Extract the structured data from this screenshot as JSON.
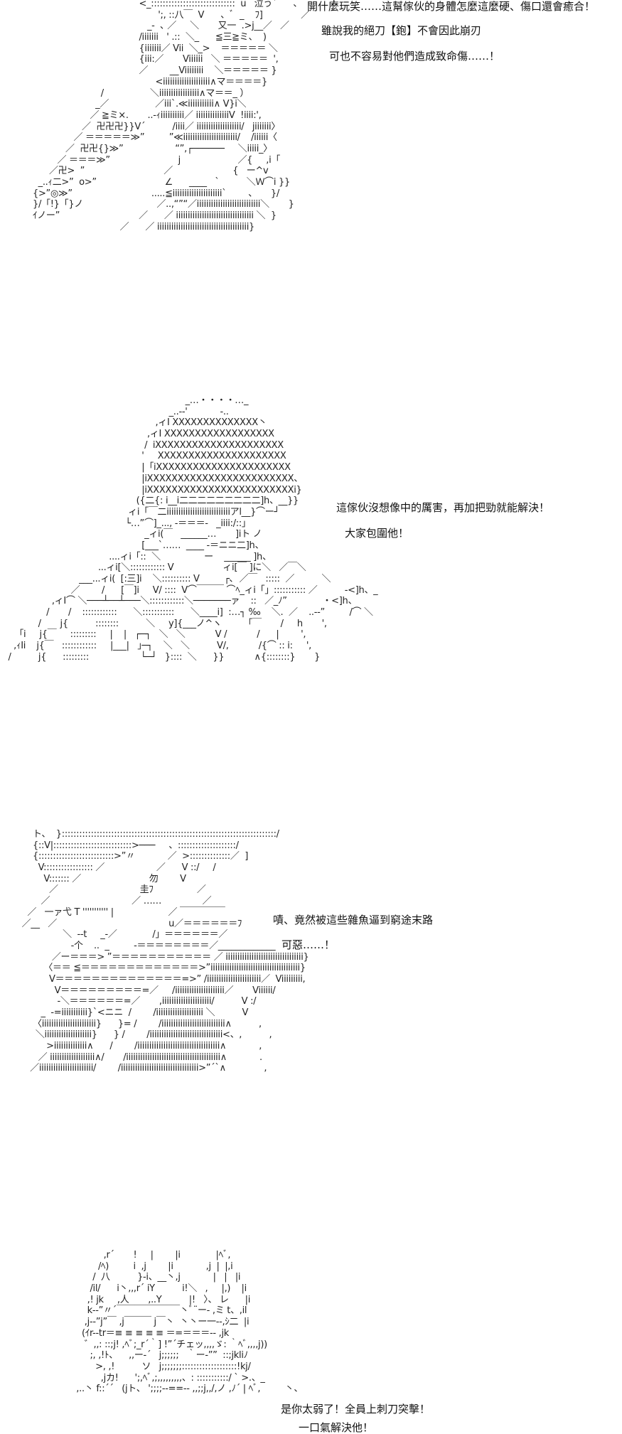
{
  "panels": [
    {
      "dialogue": [
        "開什麼玩笑……這幫傢伙的身體怎麼這麼硬、傷口還會癒合！",
        "雖說我的絕刀【鉋】不會因此崩刃",
        "可也不容易對他們造成致命傷……！"
      ],
      "art": [
        "                                                   <_:::::::::::::::::::::::::::::  u   泣う`      、           !",
        "                                                          ';, ::八￣  V      、ﾞ  _    ﾌ]              ／",
        "                                                      _-  ､ ／     ＼       又一  .>j__／   ／",
        "                                                   /iiiiiii   ' .::  ＼_      ≦三≧ミ、  )",
        "                                                   {iiiiiii／ Vii  ＼_>    ＝＝＝＝＝ ＼",
        "                                                   {iii:／       Viiiiii   ＼ ＝＝＝＝＝  ',",
        "                                                   ／        __Viiiiiiii    ＼＝＝＝＝＝ }",
        "                                                         <iiiiiiiiiiiiiiiiiiii∧マ＝＝＝＝}",
        "                                     /                 ＼iiiiiiiiiiiiiiiii∧マ＝＝_ ）",
        "                                   _／                 ／iii`.≪iiiiiiiiiii∧ V}i＼",
        "                                 ／ ≧ミ×.       ..-ｨiiiiiiiiii／ iiiiiiiiiiiiiiV  !iiii:',",
        "                              ／  卍卍卍}}V´          /iiii／ iiiiiiiiiiiiiiiiiii/   jiiiiiii〉",
        "                           ／ ＝＝＝＝＝≫”         ”≪iiiiiiiiiiiiiiiiiiiiiii/    /iiiiii〈",
        "                        ／  卍卍{}≫”                   “”,┌──────     ＼iiiii_〉",
        "                     ／ ＝＝＝≫”                         j                     ／{     ,i「",
        "                  ／卍>  ”                             ／                      {   ー^v",
        "              _..ｨ二>”  o>”                         ∠      ____   `          ＼Ｗ⌒i }}",
        "            {>”◎≫”                             .....≦iiiiiiiiiiiiiiiiiiiii`        、     }/",
        "            }/「!}「}ノ                           ／..,“”“／iiiiiiiiiiiiiiiiiiiiiiiiiii＼       }",
        "            ｲノー”                             ／      ／ iiiiiiiiiiiiiiiiiiiiiiiiiiiiiiiii ＼  }",
        "                                            ／      ／ iiiiiiiiiiiiiiiiiiiiiiiiiiiiiiiiiiiiiii}"
      ]
    },
    {
      "dialogue": [
        "這傢伙沒想像中的厲害，再加把勁就能解決！",
        "大家包圍他！"
      ],
      "art": [
        "                                                                    _…・・・・…_",
        "                                                              _..-‐'            ‐..",
        "                                                         ,ィI XXXXXXXXXXXXXX丶",
        "                                                      ,ィI XXXXXXXXXXXXXXXXXX",
        "                                                     /  iXXXXXXXXXXXXXXXXXXXXX",
        "                                                    '     XXXXXXXXXXXXXXXXXXXXX",
        "                                                    |「iXXXXXXXXXXXXXXXXXXXXXX",
        "                                                    |iXXXXXXXXXXXXXXXXXXXXXXXX、",
        "                                                    |iXXXXXXXXXXXXXXXXXXXXXXXXi}",
        "                                                  ({二{: i__i二二二二二二二二二]h、__}}",
        "                                               ィi「￣二iiiiiiiiiiiiiiiiiiiiiiiiiiiアl__}⌒ー┘",
        "                                              └…”⌒]_..., -＝＝＝-   _iiii:/::」",
        "                                                     _ィi(￣   ______…       ]iト ノ",
        "                                                    [___`……  ____ -＝ニニ二]h、",
        "                                        ....ィi「::  ＼                ー    ______ ]h、",
        "                                    ...ィi[＼:::::::::::: V                  ィi[￣ ]に＼   ／￣＼",
        "                             ___...ィi(  [:三]i    ＼:::::::::: V         ┌､  ／￣   :::::  ／          ＼",
        "                          ／        /      [￣]i     V/ ::::  V⌒￣￣￣ ⌒ﾍ_ィi「」::::::::::: ／          -<]h、_",
        "                   ,ィI⌒ ＼───┴──┴───＼::::::::::::＼───────ァ    ::   ／_ﾉ”             ・<]h、",
        "                 /       /    ::::::::::::      ＼:::::::::::      ＼____i]  :…┐ ‰    ＼.  ／    ..-‐”         /⌒ ＼",
        "              /       j{          ::::::::          ＼     y]{___ノ^ヽ        「￣       /     h       ',",
        "       ｢i     j{￣     :::::::::     |    |   ┌─┐   ＼   ＼           V /           /      |        ',",
        "     ,ｨIi    j{￣   ::::::::::::     |___|   ｣─┐    ＼   ＼          V/,           /{⌒ :: i:     ',",
        "   /          j{      :::::::::                   └─┘   }::::  ＼      }}           ∧{::::::::}       }"
      ]
    },
    {
      "dialogue": [
        "嘖、竟然被這些雜魚逼到窮途末路",
        "可惡……！"
      ],
      "art": [
        "            ト、  }::::::::::::::::::::::::::::::::::::::::::::::::::::::::::::::::::::::::::/",
        "            {::V|:::::::::::::::::::::::::::>───     、::::::::::::::::::::/",
        "            {::::::::::::::::::::::::::>”〃            ／  >::::::::::::::／  ]",
        "              V::::::::::::::::: ／                   ／      V ::/     /",
        "                V::::::: ／                         勿        V",
        "                  ／                              圭ﾌ                ／",
        "               ／                              ／ ……               ／",
        "          ／   一ァ弋 T ''''''''''' |                    ／ ￣￣￣￣￣",
        "        ／__   ／                                         u／＝＝＝＝＝＝ﾌ",
        "                       ＼  --t     _-／             /」＝＝＝＝＝＝／",
        "                          -个    ..  _         -＝＝＝＝＝＝＝＝／_____________",
        "                   ／ー＝＝＝> ”＝＝＝＝＝＝＝＝＝＝＝ ／ iiiiiiiiiiiiiiiiiiiiiiiiiiiiiiiii}",
        "                〈＝＝ ≦＝＝＝＝＝＝＝＝＝＝＝＝＝>”iiiiiiiiiiiiiiiiiiiiiiiiiiiiiiiiiiiiii}",
        "                  V＝＝＝＝＝＝＝＝＝＝＝＝＝＝=>” /iiiiiiiiiiiiiiiiiiiiiii／  Viiiiiiiii,",
        "                    V＝＝＝＝＝＝＝＝＝=／     /iiiiiiiiiiiiiiiiiiiii／       Viiiiii/",
        "                     -＼＝＝＝＝＝＝=／       ,iiiiiiiiiiiiiiiiiiiii/          V :/",
        "               _  -=iiiiiiiiiii}`<ニニ  /        /iiiiiiiiiiiiiiiiiiii ＼          V",
        "            〈iiiiiiiiiiiiiiiiiiiiiii}      }= /        /iiiiiiiiiiiiiiiiiiiiiiiiiii∧          ,",
        "             ＼iiiiiiiiiiiiiiiiiiii}      } /        /iiiiiiiiiiiiiiiiiiiiiiiiiiiiiii<、,          ,",
        "                 >iiiiiiiiiiiiii∧      /        /iiiiiiiiiiiiiiiiiiiiiiiiiiiiiiiiiii∧            ,",
        "              ／ iiiiiiiiiiiiiiiiiii∧/       /iiiiiiiiiiiiiiiiiiiiiiiiiiiiiiiiiiiiiiii∧            .",
        "           ／iiiiiiiiiiiiiiiiiiiiiii/        /iiiiiiiiiiiiiiiiiiiiiiiiiiiiiiiii>”´`∧              ,"
      ]
    },
    {
      "dialogue": [
        "是你太弱了！全員上刺刀突擊！",
        "一口氣解決他！"
      ],
      "art": [
        "                                      ,r´       !     |        |i             |ﾍﾞ,",
        "                                    /ﾍ)         i  ,j        |i            ,j  |  |,i",
        "                                  /  八          }-i、__丶,j            |   |   |i",
        "                                 /il/      i丶,,,r´ iY          i!＼   ,     |,)    |i",
        "                                ,! jk     ,人       ,..Y          |!   〉、 レ      |i",
        "                                k--”〃´￣￣￣￣￣￣￣丶ﾞ¨ー- ,ミ t、,il",
        "                               ,j--”j”￣ ,j￣￣￣ j￣丶  丶丶ー一--,ｼ二  |i",
        "                              (ｲr--tr＝≡ ≡ ≡ ≡ ≡ ＝=＝＝＝-‐ ,jk",
        "                               ゛,,: ::;j! ,ﾍﾞ;_r´｀] !”´チェッ,,,,ゞ: ｀ﾍﾞ,,,,j))",
        "                                 ;, ,!ﾄ、    ,,ー‐´   j;;;;;;   ｀ー‐””  ::;jkliﾉ",
        "                                   >, ,!          ソ   j;;;;;;;:::::::::::::::::::!kj/",
        "                                     ,jカ!      ';,ﾍﾞ,;,,,,,,,,,、: :::::::::::/ ` >.、_",
        "                            ,..丶 f::´´   (jト、 ';;;;--==-- ,,;;j,,/,ノ ,ﾉ´ | ﾍﾞ,         丶、"
      ]
    }
  ]
}
